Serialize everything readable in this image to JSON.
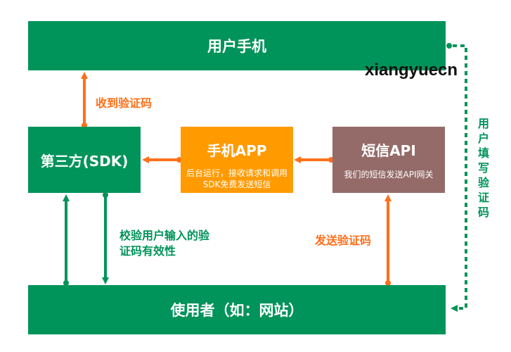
{
  "nodes": {
    "phone": {
      "label": "用户手机"
    },
    "sdk": {
      "label": "第三方(SDK)"
    },
    "app": {
      "label": "手机APP",
      "desc": "后台运行，接收请求和调用SDK免费发送短信"
    },
    "sms_api": {
      "label": "短信API",
      "desc": "我们的短信发送API网关"
    },
    "user": {
      "label": "使用者（如：网站）"
    }
  },
  "edges": {
    "receive_code": "收到验证码",
    "verify_input": "校验用户输入的验证码有效性",
    "send_code": "发送验证码",
    "user_fill_code": "用户填写验证码"
  },
  "watermark": "xiangyuecn",
  "colors": {
    "green": "#00935a",
    "orange": "#ff9a00",
    "brown": "#946b68",
    "arrow_orange": "#ff6f1a"
  }
}
